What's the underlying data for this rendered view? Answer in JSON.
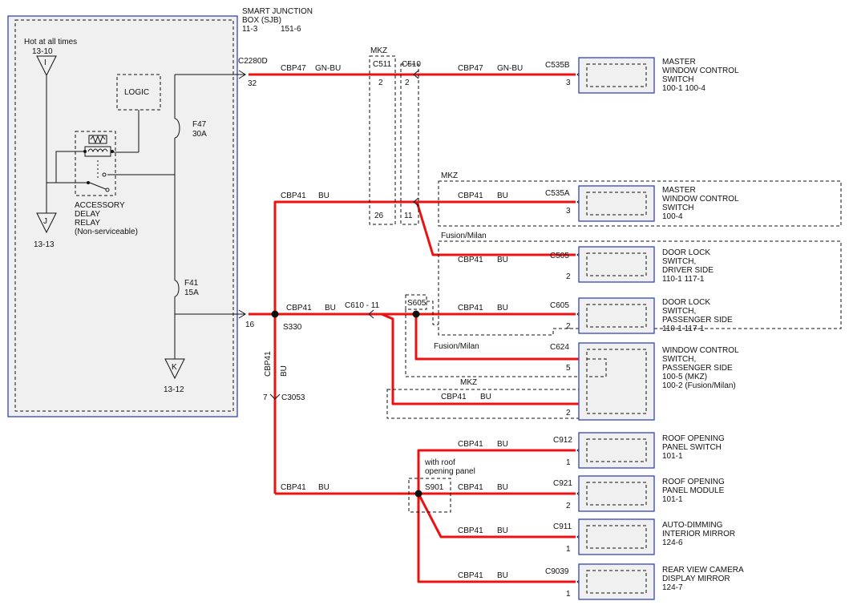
{
  "sjb": {
    "title1": "SMART JUNCTION",
    "title2": "BOX (SJB)",
    "ref1": "11-3",
    "ref2": "151-6",
    "hot_label": "Hot at all times",
    "term_i_ref": "13-10",
    "term_i": "I",
    "term_j": "J",
    "term_j_ref": "13-13",
    "term_k": "K",
    "term_k_ref": "13-12",
    "logic": "LOGIC",
    "relay_lines": [
      "ACCESSORY",
      "DELAY",
      "RELAY",
      "(Non-serviceable)"
    ],
    "fuse_f47": "F47",
    "fuse_f47_amps": "30A",
    "fuse_f41": "F41",
    "fuse_f41_amps": "15A",
    "connector": "C2280D",
    "pin_32": "32",
    "pin_16": "16"
  },
  "mkz_group": {
    "label": "MKZ",
    "c511": "C511",
    "c510": "C510",
    "pin_2a": "2",
    "pin_2b": "2",
    "pin_26": "26",
    "pin_11": "11"
  },
  "wires": {
    "cbp47_a": "CBP47",
    "gnbu_a": "GN-BU",
    "cbp47_b": "CBP47",
    "gnbu_b": "GN-BU",
    "cbp41_main": "CBP41",
    "bu_main": "BU",
    "cbp41_s330": "CBP41",
    "bu_s330": "BU",
    "c610": "C610 - 11",
    "s330": "S330",
    "cbp41_vert": "CBP41",
    "bu_vert": "BU",
    "pin_7": "7",
    "c3053": "C3053",
    "cbp41_bottom": "CBP41",
    "bu_bottom": "BU"
  },
  "splices": {
    "s605": "S605",
    "fusion_milan_a": "Fusion/Milan",
    "fusion_milan_b": "Fusion/Milan",
    "mkz_a": "MKZ",
    "mkz_b": "MKZ",
    "roof_note1": "with roof",
    "roof_note2": "opening panel",
    "s901": "S901"
  },
  "components": [
    {
      "wire": "CBP47",
      "color": "GN-BU",
      "connector": "C535B",
      "pin": "3",
      "lines": [
        "MASTER",
        "WINDOW CONTROL",
        "SWITCH",
        "100-1      100-4"
      ]
    },
    {
      "wire": "CBP41",
      "color": "BU",
      "connector": "C535A",
      "pin": "3",
      "lines": [
        "MASTER",
        "WINDOW CONTROL",
        "SWITCH",
        "100-4"
      ]
    },
    {
      "wire": "CBP41",
      "color": "BU",
      "connector": "C505",
      "pin": "2",
      "lines": [
        "DOOR LOCK",
        "SWITCH,",
        "DRIVER SIDE",
        "110-1      117-1"
      ]
    },
    {
      "wire": "CBP41",
      "color": "BU",
      "connector": "C605",
      "pin": "2",
      "lines": [
        "DOOR LOCK",
        "SWITCH,",
        "PASSENGER SIDE",
        "110-1      117-1"
      ]
    },
    {
      "wire": "CBP41",
      "color": "BU",
      "connector": "C624",
      "pin": "5",
      "pin2": "2",
      "lines": [
        "WINDOW CONTROL",
        "SWITCH,",
        "PASSENGER SIDE",
        "100-5  (MKZ)",
        "100-2  (Fusion/Milan)"
      ]
    },
    {
      "wire": "CBP41",
      "color": "BU",
      "connector": "C912",
      "pin": "1",
      "lines": [
        "ROOF OPENING",
        "PANEL SWITCH",
        "101-1"
      ]
    },
    {
      "wire": "CBP41",
      "color": "BU",
      "connector": "C921",
      "pin": "2",
      "lines": [
        "ROOF OPENING",
        "PANEL MODULE",
        "101-1"
      ]
    },
    {
      "wire": "CBP41",
      "color": "BU",
      "connector": "C911",
      "pin": "1",
      "lines": [
        "AUTO-DIMMING",
        "INTERIOR MIRROR",
        "124-6"
      ]
    },
    {
      "wire": "CBP41",
      "color": "BU",
      "connector": "C9039",
      "pin": "1",
      "lines": [
        "REAR VIEW CAMERA",
        "DISPLAY MIRROR",
        "124-7"
      ]
    }
  ]
}
